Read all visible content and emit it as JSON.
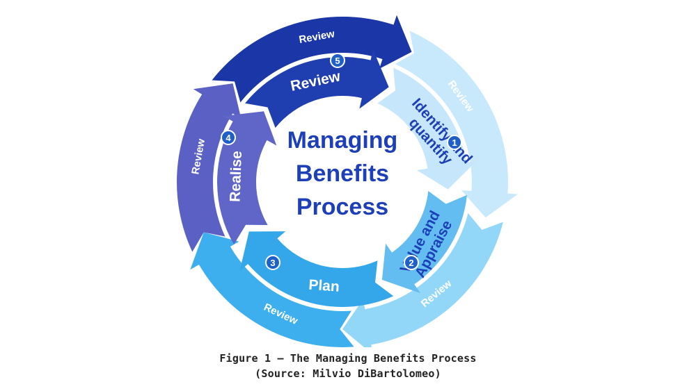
{
  "diagram": {
    "center_title": [
      "Managing",
      "Benefits",
      "Process"
    ],
    "stages": [
      {
        "number": "1",
        "label_lines": [
          "Identify and",
          "quantify"
        ]
      },
      {
        "number": "2",
        "label_lines": [
          "Value and",
          "Appraise"
        ]
      },
      {
        "number": "3",
        "label_lines": [
          "Plan"
        ]
      },
      {
        "number": "4",
        "label_lines": [
          "Realise"
        ]
      },
      {
        "number": "5",
        "label_lines": [
          "Review"
        ]
      }
    ],
    "outer_ring_label": "Review",
    "colors": {
      "title": "#1d3fb8",
      "stage1": "#c6e6fb",
      "stage2": "#64bdf0",
      "stage3": "#33a7ea",
      "stage4": "#6066c8",
      "stage5": "#1f3eb0",
      "outer1": "#c8e9fb",
      "outer2": "#93d7f8",
      "outer3": "#3daeee",
      "outer4": "#5b61c4",
      "outer5": "#1b36a6"
    }
  },
  "caption": {
    "line1": "Figure 1 – The Managing Benefits Process",
    "line2": "(Source: Milvio DiBartolomeo)"
  }
}
